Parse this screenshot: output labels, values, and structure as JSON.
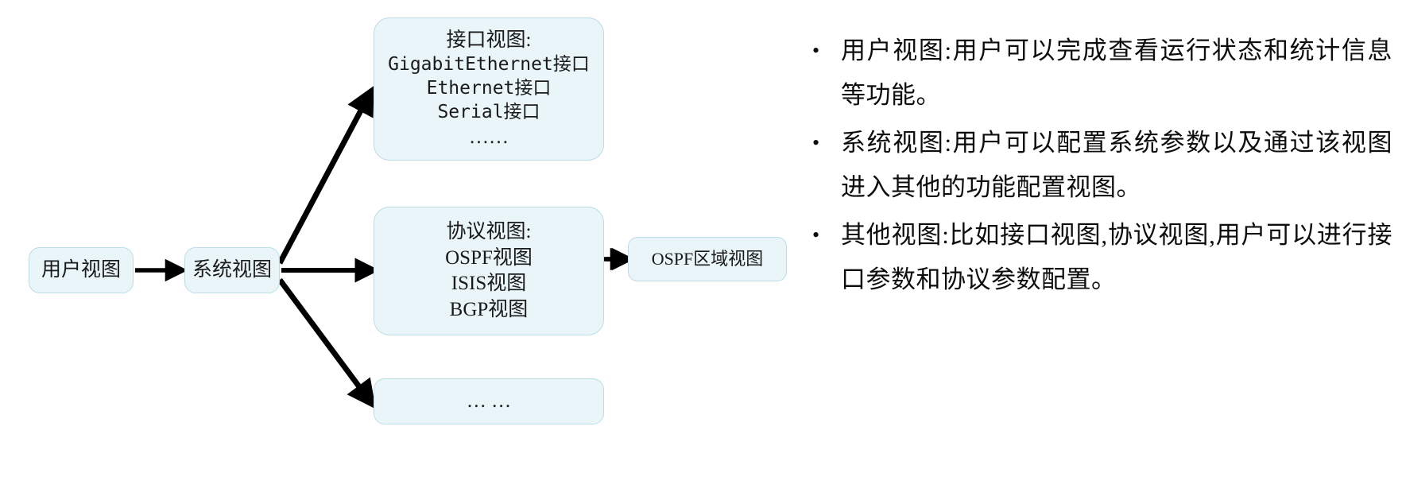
{
  "diagram": {
    "nodes": {
      "user_view": {
        "label": "用户视图"
      },
      "system_view": {
        "label": "系统视图"
      },
      "interface_view": {
        "title": "接口视图:",
        "lines": [
          "GigabitEthernet接口",
          "Ethernet接口",
          "Serial接口",
          "……"
        ]
      },
      "protocol_view": {
        "title": "协议视图:",
        "lines": [
          "OSPF视图",
          "ISIS视图",
          "BGP视图"
        ]
      },
      "other_view": {
        "label": "… …"
      },
      "ospf_area_view": {
        "label": "OSPF区域视图"
      }
    },
    "edges": [
      {
        "from": "用户视图",
        "to": "系统视图",
        "style": "arrow"
      },
      {
        "from": "系统视图",
        "to": "接口视图",
        "style": "arrow"
      },
      {
        "from": "系统视图",
        "to": "协议视图",
        "style": "arrow"
      },
      {
        "from": "系统视图",
        "to": "… …",
        "style": "arrow"
      },
      {
        "from": "协议视图",
        "to": "OSPF区域视图",
        "style": "arrow"
      }
    ],
    "colors": {
      "node_fill": "#e9f5f8",
      "node_border": "#bcdde6",
      "arrow": "#000000",
      "text": "#1a1a1a"
    }
  },
  "bullets": {
    "marker": "•",
    "items": [
      {
        "text": "用户视图:用户可以完成查看运行状态和统计信息等功能。"
      },
      {
        "text": "系统视图:用户可以配置系统参数以及通过该视图进入其他的功能配置视图。"
      },
      {
        "text": "其他视图:比如接口视图,协议视图,用户可以进行接口参数和协议参数配置。"
      }
    ]
  }
}
